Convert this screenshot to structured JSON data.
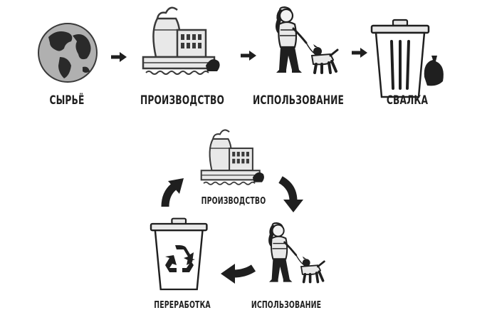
{
  "linear": {
    "raw_label": "СЫРЬЁ",
    "production_label": "ПРОИЗВОДСТВО",
    "usage_label": "ИСПОЛЬЗОВАНИЕ",
    "landfill_label": "СВАЛКА"
  },
  "cycle": {
    "production_label": "ПРОИЗВОДСТВО",
    "recycling_label": "ПЕРЕРАБОТКА",
    "usage_label": "ИСПОЛЬЗОВАНИЕ"
  },
  "icons": [
    "globe-icon",
    "factory-icon",
    "woman-walking-dog-icon",
    "trash-bin-icon",
    "recycle-icon",
    "arrow-icon"
  ],
  "colors": {
    "ink": "#1f1f1f",
    "fill": "#e8e8e8",
    "mid": "#b0b0b0",
    "dark": "#3a3a3a"
  }
}
